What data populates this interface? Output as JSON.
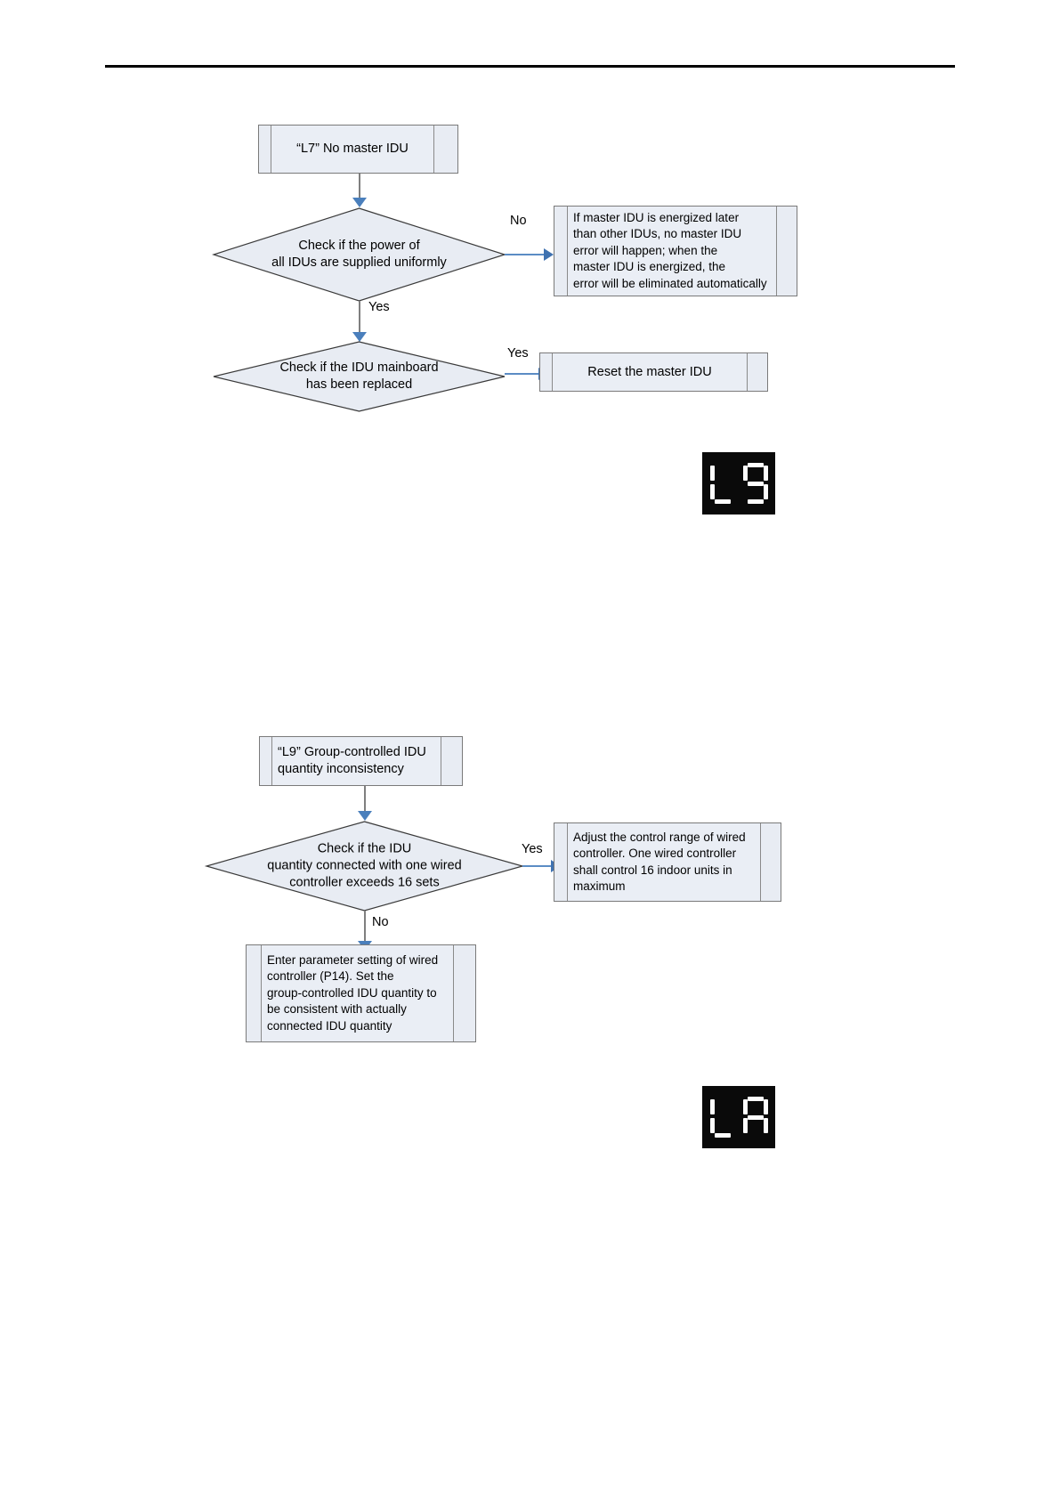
{
  "page": {
    "header_rule": true
  },
  "flowchart_l7": {
    "start": {
      "text": "“L7” No master IDU"
    },
    "decision_1": {
      "text": "Check if the power of\nall IDUs are supplied uniformly"
    },
    "decision_1_no_label": "No",
    "decision_1_yes_label": "Yes",
    "no_result": {
      "text": "If master IDU is energized later\nthan other IDUs, no master IDU\nerror will happen; when the\nmaster IDU is energized, the\nerror will be eliminated automatically"
    },
    "decision_2": {
      "text": "Check if the IDU mainboard\nhas been replaced"
    },
    "decision_2_yes_label": "Yes",
    "yes_result": {
      "text": "Reset the master IDU"
    }
  },
  "led_l9": {
    "code": "L9",
    "digits": [
      "L",
      "9"
    ],
    "background": "#0a0a0a",
    "segment_color": "#fdfdfd"
  },
  "flowchart_l9": {
    "start": {
      "text": "“L9” Group-controlled IDU\nquantity inconsistency"
    },
    "decision_1": {
      "text": "Check if the IDU\nquantity connected with one wired\ncontroller exceeds 16 sets"
    },
    "decision_1_yes_label": "Yes",
    "decision_1_no_label": "No",
    "yes_result": {
      "text": "Adjust the control range of wired\ncontroller. One wired controller\nshall control 16 indoor units in\nmaximum"
    },
    "no_result": {
      "text": "Enter parameter setting of wired\ncontroller (P14). Set the\ngroup-controlled IDU quantity to\nbe consistent with actually\nconnected IDU quantity"
    }
  },
  "led_la": {
    "code": "LA",
    "digits": [
      "L",
      "A"
    ],
    "background": "#0a0a0a",
    "segment_color": "#fdfdfd"
  }
}
